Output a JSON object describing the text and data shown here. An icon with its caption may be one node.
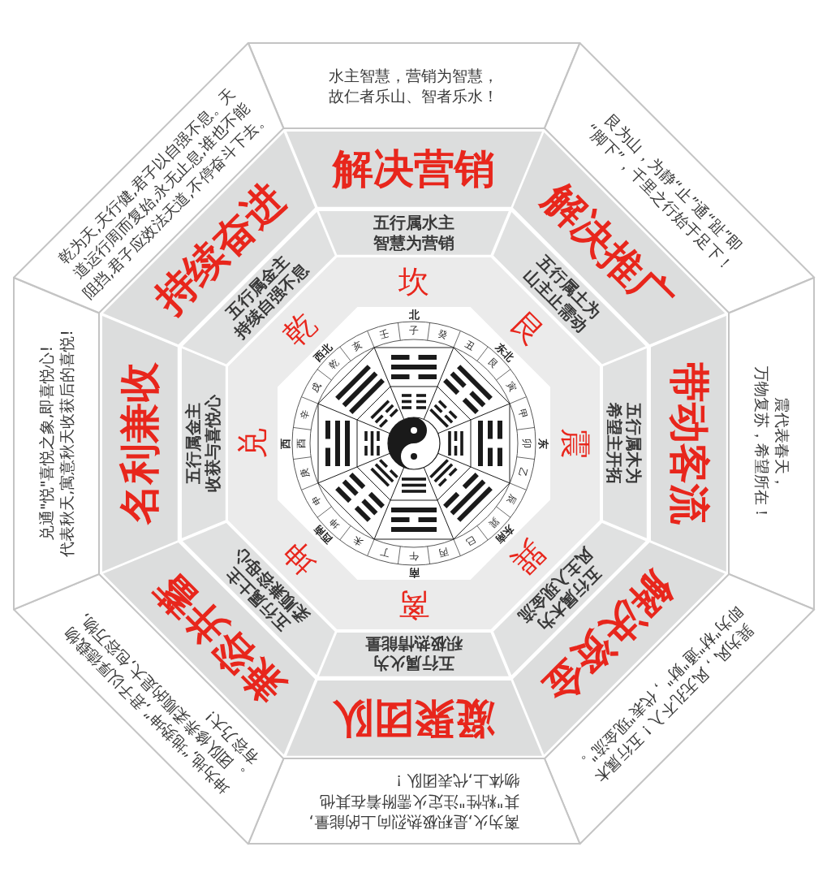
{
  "diagram": {
    "nodes": [
      {
        "text": [
          "水主智慧，营销为智慧，故仁者乐山、智者乐水！"
        ]
      },
      {
        "text": [
          "解决营销"
        ]
      },
      {
        "text": [
          "五行属水主智慧为营销"
        ]
      },
      {
        "text": [
          "艮为山，为静“止”通“趾”即“脚下”，千里之行始于足下！"
        ]
      },
      {
        "text": [
          "解决推广"
        ]
      },
      {
        "text": [
          "五行属土为山主止需动"
        ]
      },
      {
        "text": [
          "震代表春天，万物复苏，希望所在！"
        ]
      },
      {
        "text": [
          "带动客流"
        ]
      },
      {
        "text": [
          "五行属木为希望主开拓"
        ]
      },
      {
        "text": [
          "巽为风，风无孔不入！五行属木即为\"材\"通\"财\"，代表\"现金流\"。"
        ]
      },
      {
        "text": [
          "解决资金"
        ]
      },
      {
        "text": [
          "五行属木为风主入现金流"
        ]
      },
      {
        "text": [
          "离为火,是积极热烈向上的能量,其\"粘性\"注定火需附着在其他物体上,代表团队！"
        ]
      },
      {
        "text": [
          "凝聚团队"
        ]
      },
      {
        "text": [
          "五行属火为积极热情能量"
        ]
      },
      {
        "text": [
          "坤为地,“地势坤”,君子以厚德载物。团队修养柔顺的是大,包容万物,有容乃大!"
        ]
      },
      {
        "text": [
          "兼容并蓄"
        ]
      },
      {
        "text": [
          "五行属土主柔顺兼容母心"
        ]
      },
      {
        "text": [
          "兑通\"悦\"喜悦之象,即喜悦心!代表秋天,寓意秋天收获后的喜悦!"
        ]
      },
      {
        "text": [
          "名利兼收"
        ]
      },
      {
        "text": [
          "五行属金主收获与喜悦心"
        ]
      },
      {
        "text": [
          "乾为天,天行健,君子以自强不息。天道运行周而复始,永无止息,谁也不能阻挡,君子应效法天道,不停奋斗下去。"
        ]
      },
      {
        "text": [
          "持续奋进"
        ]
      },
      {
        "text": [
          "五行属金主持续自强不息"
        ]
      }
    ],
    "labels": [
      "坎",
      "艮",
      "震",
      "巽",
      "离",
      "坤",
      "兑",
      "乾",
      "北",
      "东北",
      "东",
      "东南",
      "南",
      "西南",
      "西",
      "西北",
      "壬",
      "子",
      "癸",
      "丑",
      "艮",
      "寅",
      "甲",
      "卯",
      "乙",
      "辰",
      "巽",
      "巳",
      "丙",
      "午",
      "丁",
      "未",
      "坤",
      "申",
      "庚",
      "酉",
      "辛",
      "戌",
      "乾",
      "亥"
    ]
  }
}
